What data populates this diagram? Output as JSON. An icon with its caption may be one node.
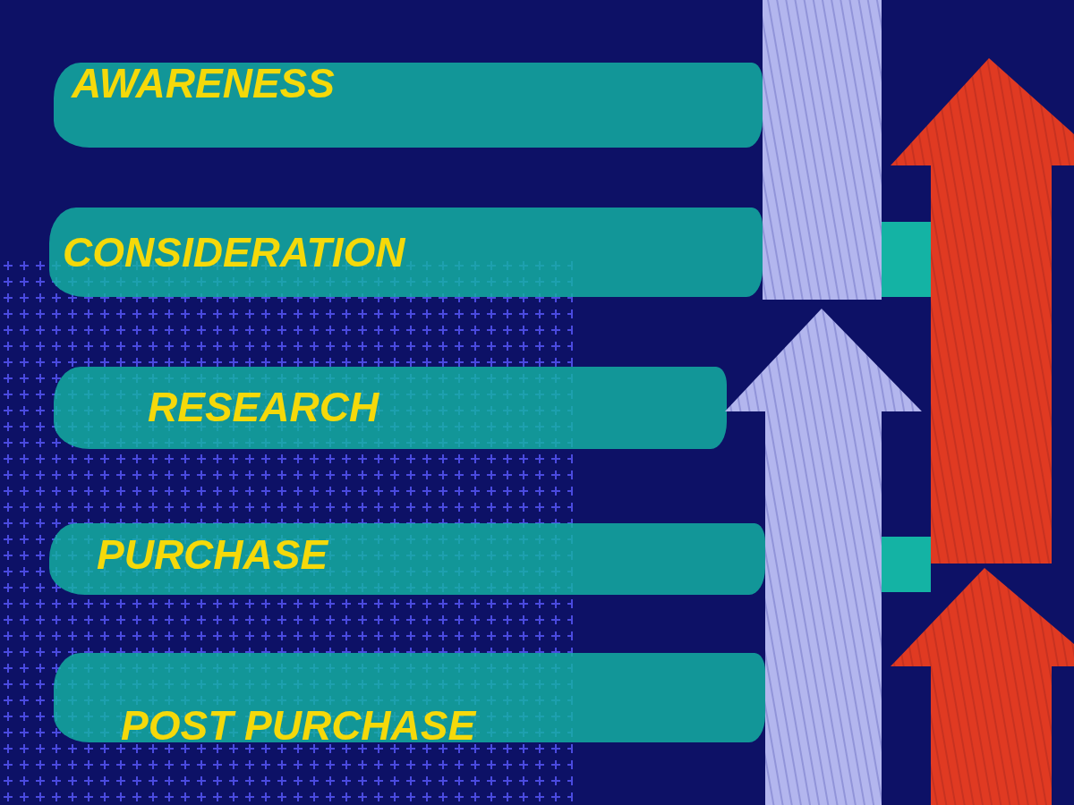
{
  "diagram": {
    "nodes": [
      {
        "text": [
          "AWARENESS"
        ]
      },
      {
        "text": [
          "CONSIDERATION"
        ]
      },
      {
        "text": [
          "RESEARCH"
        ]
      },
      {
        "text": [
          "PURCHASE"
        ]
      },
      {
        "text": [
          "POST PURCHASE"
        ]
      }
    ]
  }
}
